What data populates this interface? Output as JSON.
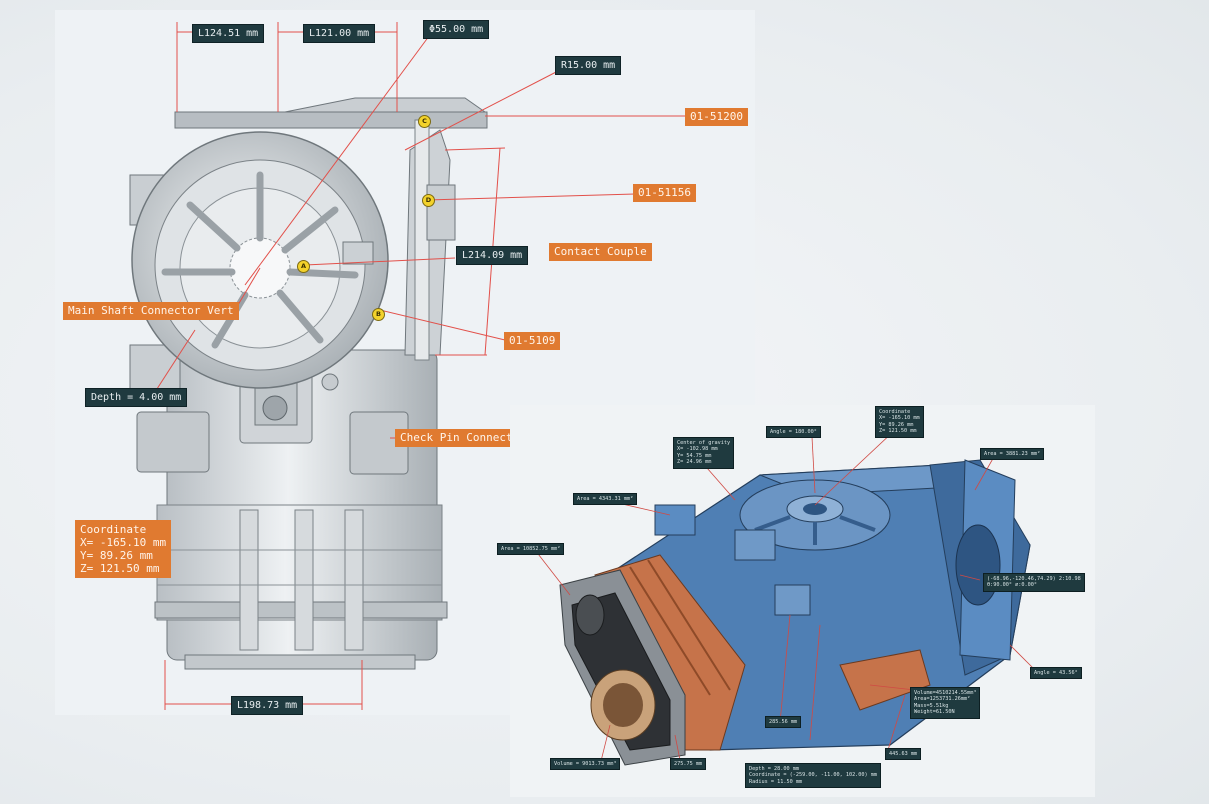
{
  "left_view": {
    "dimensions": {
      "l1": "L124.51 mm",
      "l2": "L121.00 mm",
      "dia": "Φ55.00 mm",
      "radius": "R15.00 mm",
      "l214": "L214.09 mm",
      "depth": "Depth = 4.00 mm",
      "l198": "L198.73 mm"
    },
    "callouts": {
      "c1": "01-51200",
      "c2": "01-51156",
      "c3": "Contact Couple",
      "c4": "01-5109",
      "c5": "Main Shaft Connector Vert",
      "c6": "Check Pin Connect"
    },
    "coordinate": {
      "title": "Coordinate",
      "x": "X= -165.10 mm",
      "y": "Y= 89.26 mm",
      "z": "Z= 121.50 mm"
    },
    "markers": {
      "a": "A",
      "b": "B",
      "c": "C",
      "d": "D"
    }
  },
  "right_view": {
    "labels": {
      "angle_top": "Angle = 180.00°",
      "coord_top": [
        "Coordinate",
        "X= -165.10 mm",
        "Y= 89.26 mm",
        "Z= 121.50 mm"
      ],
      "center": [
        "Center of gravity",
        "X= -102.98 mm",
        "Y= 54.75 mm",
        "Z= 24.96 mm"
      ],
      "area_right": "Area = 3881.23 mm²",
      "area_mid": "Area = 4343.31 mm²",
      "area_left": "Area = 10852.75 mm²",
      "coords_right": [
        "(-68.96,-120.46,74.29) 2:10.98",
        "θ:90.00° ∅:0.00°"
      ],
      "mass": [
        "Volume=4510214.55mm³",
        "Area=1253731.26mm²",
        "Mass=5.51kg",
        "Weight=61.50N"
      ],
      "angle_right": "Angle = 43.56°",
      "dim_a": "285.56 mm",
      "dim_b": "445.63 mm",
      "dim_c": "275.75 mm",
      "depth_group": [
        "Depth = 28.00 mm",
        "Coordinate = (-259.00, -11.00, 102.00) mm",
        "Radius = 11.50 mm"
      ],
      "volume": "Volume = 9013.73 mm³"
    }
  },
  "colors": {
    "tag_bg": "#1f3a3f",
    "callout": "#e07a30",
    "marker": "#f3d22b",
    "casting_blue": "#4f7fb4",
    "copper": "#c6734a"
  }
}
